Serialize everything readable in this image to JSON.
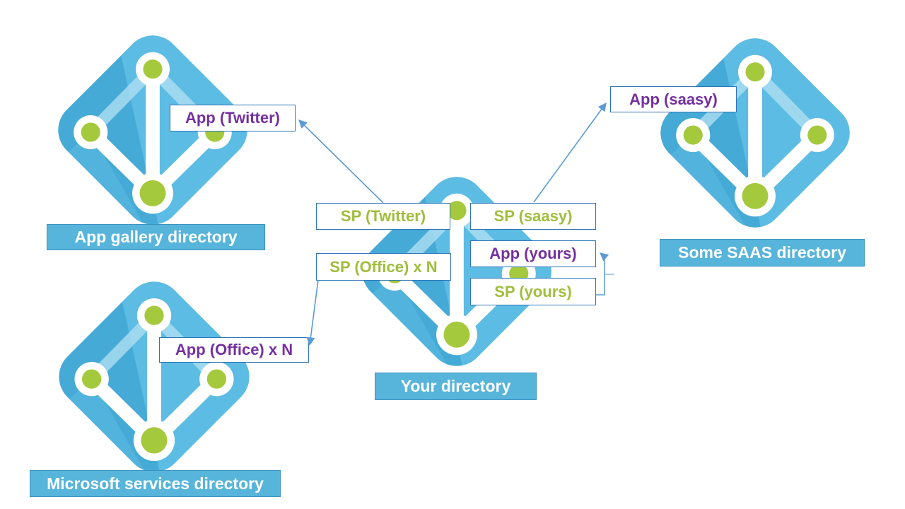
{
  "diagram": {
    "background": "#ffffff",
    "description_visible_text_only": true
  },
  "colors": {
    "diamond_blue": "#45AAD6",
    "diamond_blue_light": "#5CBCE3",
    "faded_band_blue": "#AEDFF3",
    "node_green": "#A5C93C",
    "banner_fill": "#57B4DA",
    "banner_border": "#3C93BF",
    "callout_border": "#2E75B6",
    "app_text_purple": "#7430A0",
    "sp_text_green": "#9FBE3C",
    "arrow_blue": "#5B9BD5"
  },
  "directories": {
    "app_gallery": {
      "name": "App gallery directory"
    },
    "microsoft_services": {
      "name": "Microsoft services directory"
    },
    "your": {
      "name": "Your directory"
    },
    "some_saas": {
      "name": "Some SAAS directory"
    }
  },
  "callouts": {
    "app_twitter": {
      "text": "App (Twitter)",
      "kind": "app",
      "directory": "app_gallery"
    },
    "app_office": {
      "text": "App (Office) x N",
      "kind": "app",
      "directory": "microsoft_services"
    },
    "app_saasy": {
      "text": "App (saasy)",
      "kind": "app",
      "directory": "some_saas"
    },
    "sp_twitter": {
      "text": "SP (Twitter)",
      "kind": "sp",
      "directory": "your"
    },
    "sp_office": {
      "text": "SP (Office) x N",
      "kind": "sp",
      "directory": "your"
    },
    "sp_saasy": {
      "text": "SP (saasy)",
      "kind": "sp",
      "directory": "your"
    },
    "app_yours": {
      "text": "App (yours)",
      "kind": "app",
      "directory": "your"
    },
    "sp_yours": {
      "text": "SP (yours)",
      "kind": "sp",
      "directory": "your"
    }
  },
  "connections": [
    {
      "from": "sp_twitter",
      "to": "app_twitter",
      "style": "straight-arrow"
    },
    {
      "from": "sp_saasy",
      "to": "app_saasy",
      "style": "straight-arrow"
    },
    {
      "from": "sp_office",
      "to": "app_office",
      "style": "straight-arrow"
    },
    {
      "from": "sp_yours",
      "to": "app_yours",
      "style": "elbow-bracket-arrow"
    }
  ],
  "icons": {
    "directory_icon": "azure-active-directory-icon"
  }
}
